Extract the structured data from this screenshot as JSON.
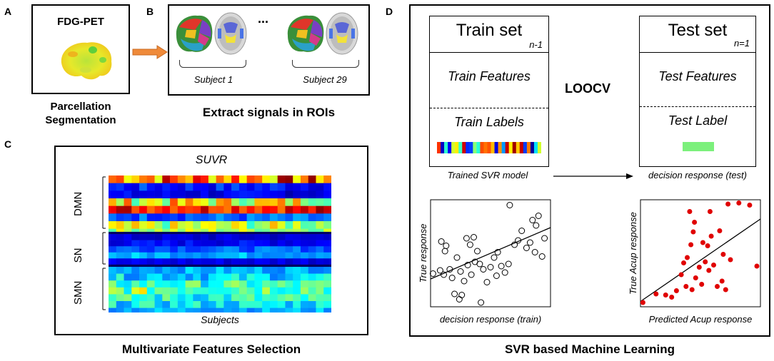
{
  "panels": {
    "a": {
      "letter": "A",
      "title": "FDG-PET",
      "caption_line1": "Parcellation",
      "caption_line2": "Segmentation"
    },
    "b": {
      "letter": "B",
      "ellipsis": "...",
      "subject_first": "Subject 1",
      "subject_last": "Subject 29",
      "caption": "Extract signals in ROIs"
    },
    "c": {
      "letter": "C",
      "title": "SUVR",
      "networks": [
        "DMN",
        "SN",
        "SMN"
      ],
      "xlabel": "Subjects",
      "caption": "Multivariate Features Selection"
    },
    "d": {
      "letter": "D",
      "train_set_label": "Train set",
      "train_set_sub": "n-1",
      "test_set_label": "Test set",
      "test_set_sub": "n=1",
      "train_features": "Train Features",
      "train_labels": "Train Labels",
      "test_features": "Test Features",
      "test_label": "Test Label",
      "method": "LOOCV",
      "trained_model": "Trained SVR model",
      "decision_test": "decision response (test)",
      "caption": "SVR based Machine Learning"
    }
  },
  "chart_data": [
    {
      "type": "scatter",
      "xlabel": "decision response (train)",
      "ylabel": "True response",
      "marker": "open-circle",
      "marker_color": "#000000",
      "fit_line": {
        "x": [
          0,
          10
        ],
        "y": [
          2.6,
          7.4
        ]
      },
      "points": [
        [
          0.2,
          3.1
        ],
        [
          0.8,
          3.4
        ],
        [
          1.1,
          3.0
        ],
        [
          1.6,
          3.5
        ],
        [
          1.2,
          5.2
        ],
        [
          1.8,
          2.7
        ],
        [
          2.2,
          4.6
        ],
        [
          2.5,
          3.3
        ],
        [
          2.8,
          2.4
        ],
        [
          3.1,
          3.9
        ],
        [
          3.4,
          3.0
        ],
        [
          3.7,
          4.2
        ],
        [
          2.0,
          1.2
        ],
        [
          2.4,
          0.7
        ],
        [
          2.6,
          1.1
        ],
        [
          3.0,
          6.4
        ],
        [
          3.3,
          5.8
        ],
        [
          3.6,
          6.5
        ],
        [
          3.9,
          5.2
        ],
        [
          4.1,
          4.0
        ],
        [
          4.4,
          3.5
        ],
        [
          4.7,
          2.3
        ],
        [
          4.2,
          0.4
        ],
        [
          5.0,
          3.7
        ],
        [
          5.3,
          4.6
        ],
        [
          5.6,
          5.1
        ],
        [
          5.9,
          3.8
        ],
        [
          6.2,
          3.2
        ],
        [
          6.5,
          4.0
        ],
        [
          7.0,
          5.8
        ],
        [
          7.3,
          6.2
        ],
        [
          7.6,
          7.1
        ],
        [
          8.0,
          5.5
        ],
        [
          8.3,
          6.0
        ],
        [
          8.5,
          8.1
        ],
        [
          8.8,
          7.6
        ],
        [
          9.0,
          8.5
        ],
        [
          8.7,
          5.1
        ],
        [
          9.3,
          4.7
        ],
        [
          9.5,
          6.4
        ],
        [
          6.6,
          9.5
        ],
        [
          0.9,
          6.1
        ],
        [
          1.3,
          5.7
        ],
        [
          5.5,
          2.9
        ]
      ]
    },
    {
      "type": "scatter",
      "xlabel": "Predicted Acup response",
      "ylabel": "True Acup response",
      "marker": "filled-circle",
      "marker_color": "#e00000",
      "fit_line": {
        "x": [
          0,
          10
        ],
        "y": [
          0.5,
          8.2
        ]
      },
      "points": [
        [
          0.2,
          0.4
        ],
        [
          1.3,
          1.2
        ],
        [
          2.1,
          1.1
        ],
        [
          2.6,
          0.9
        ],
        [
          3.0,
          1.5
        ],
        [
          3.4,
          3.0
        ],
        [
          3.8,
          1.9
        ],
        [
          4.3,
          1.6
        ],
        [
          4.6,
          2.7
        ],
        [
          4.9,
          3.7
        ],
        [
          5.1,
          2.1
        ],
        [
          5.4,
          4.2
        ],
        [
          5.7,
          3.4
        ],
        [
          6.1,
          3.9
        ],
        [
          6.4,
          1.9
        ],
        [
          6.8,
          2.4
        ],
        [
          7.1,
          1.6
        ],
        [
          7.5,
          4.4
        ],
        [
          3.6,
          4.1
        ],
        [
          3.9,
          4.6
        ],
        [
          4.2,
          5.8
        ],
        [
          5.6,
          5.7
        ],
        [
          5.9,
          6.6
        ],
        [
          4.5,
          7.9
        ],
        [
          4.1,
          8.9
        ],
        [
          5.8,
          8.9
        ],
        [
          7.3,
          9.6
        ],
        [
          8.2,
          9.7
        ],
        [
          9.1,
          9.5
        ],
        [
          9.7,
          3.8
        ],
        [
          6.6,
          7.1
        ],
        [
          6.9,
          4.9
        ],
        [
          4.4,
          7.0
        ],
        [
          5.2,
          6.0
        ]
      ]
    }
  ]
}
